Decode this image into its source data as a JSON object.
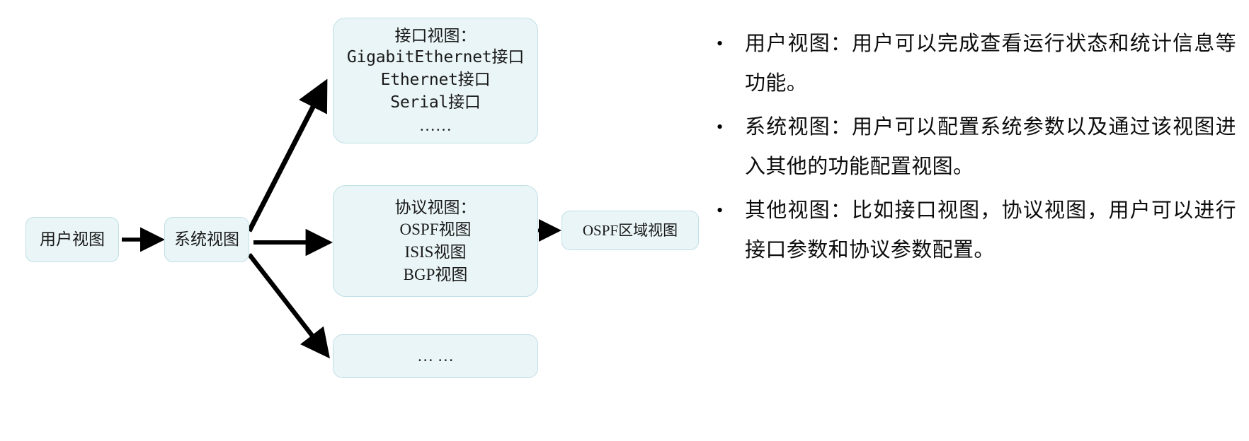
{
  "diagram": {
    "nodes": {
      "user_view": {
        "label": "用户视图"
      },
      "system_view": {
        "label": "系统视图"
      },
      "interface_view": {
        "lines": [
          "接口视图：",
          "GigabitEthernet接口",
          "Ethernet接口",
          "Serial接口",
          "……"
        ]
      },
      "protocol_view": {
        "lines": [
          "协议视图：",
          "OSPF视图",
          "ISIS视图",
          "BGP视图"
        ]
      },
      "other_view": {
        "label": "… …"
      },
      "ospf_area_view": {
        "label": "OSPF区域视图"
      }
    },
    "arrows": [
      {
        "name": "user-to-system"
      },
      {
        "name": "system-to-interface"
      },
      {
        "name": "system-to-protocol"
      },
      {
        "name": "system-to-other"
      },
      {
        "name": "protocol-to-ospf-area"
      }
    ],
    "colors": {
      "node_fill": "#eaf5f7",
      "node_border": "#bfdfe6",
      "arrow": "#000000",
      "text": "#1a1a1a"
    }
  },
  "bullets": {
    "marker": "•",
    "items": [
      {
        "text": "用户视图：用户可以完成查看运行状态和统计信息等功能。"
      },
      {
        "text": "系统视图：用户可以配置系统参数以及通过该视图进入其他的功能配置视图。"
      },
      {
        "text": "其他视图：比如接口视图，协议视图，用户可以进行接口参数和协议参数配置。"
      }
    ]
  }
}
